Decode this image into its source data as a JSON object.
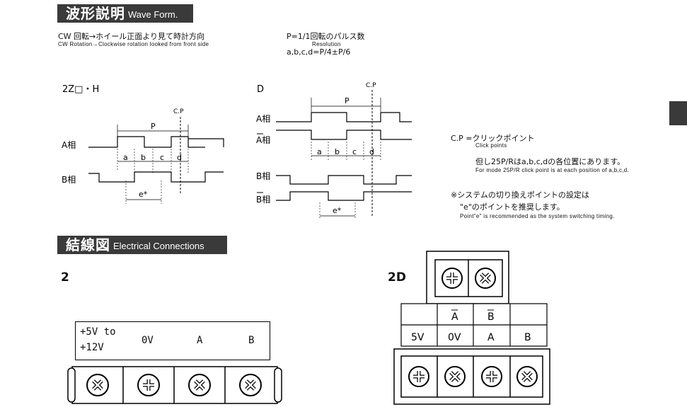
{
  "section1": {
    "title_jp": "波形説明",
    "title_en": "Wave Form."
  },
  "cw": {
    "jp": "CW 回転→ホイール正面より見て時計方向",
    "en": "CW Rotation→Clockwise rotation looked from front side"
  },
  "resolution": {
    "jp": "P=1/1回転のパルス数",
    "en": "Resolution",
    "formula": "a,b,c,d=P/4±P/6"
  },
  "left_wave": {
    "model": "2Z□・H",
    "cp": "C.P",
    "phase_a": "A相",
    "phase_b": "B相",
    "p": "P",
    "a": "a",
    "b": "b",
    "c": "c",
    "d": "d",
    "e": "e*"
  },
  "right_wave": {
    "model": "D",
    "cp": "C.P",
    "phase_a": "A相",
    "phase_abar": "A相",
    "phase_b": "B相",
    "phase_bbar": "B相",
    "p": "P",
    "a": "a",
    "b": "b",
    "c": "c",
    "d": "d",
    "e": "e*"
  },
  "notes": {
    "cp_jp": "C.P =クリックポイント",
    "cp_en": "Click points",
    "note2_jp": "但し25P/Rはa,b,c,dの各位置にあります。",
    "note2_en": "For mode 25P/R click point is at each position of a,b,c,d.",
    "note3_jp": "※システムの切り換えポイントの設定は",
    "note4_jp": "\"e\"のポイントを推奨します。",
    "note3_en": "Point\"e\" is recommended as the system switching timing."
  },
  "section2": {
    "title_jp": "結線図",
    "title_en": "Electrical Connections"
  },
  "conn2": {
    "model": "2",
    "label_5v": "+5V to",
    "label_12v": "+12V",
    "label_0v": "0V",
    "label_a": "A",
    "label_b": "B"
  },
  "conn2d": {
    "model": "2D",
    "abar": "A",
    "bbar": "B",
    "label_5v": "5V",
    "label_0v": "0V",
    "label_a": "A",
    "label_b": "B"
  }
}
